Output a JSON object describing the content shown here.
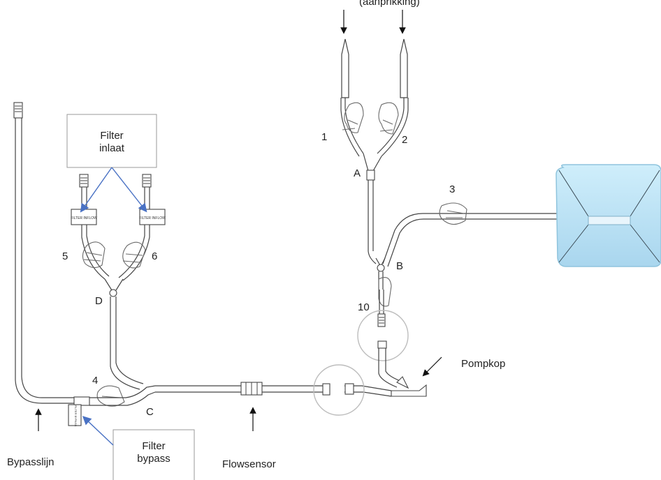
{
  "labels": {
    "top_cut": "(aanprikking)",
    "n1": "1",
    "n2": "2",
    "n3": "3",
    "n4": "4",
    "n5": "5",
    "n6": "6",
    "n10": "10",
    "A": "A",
    "B": "B",
    "C": "C",
    "D": "D",
    "pompkop": "Pompkop",
    "bypasslijn": "Bypasslijn",
    "flowsensor": "Flowsensor",
    "filter_inlaat_line1": "Filter",
    "filter_inlaat_line2": "inlaat",
    "filter_bypass_line1": "Filter",
    "filter_bypass_line2": "bypass",
    "filter_inflow_tag": "FILTER INFLOW",
    "filter_bypass_tag": "FILTER BYPASS"
  },
  "colors": {
    "line": "#444444",
    "blue_arrow": "#4a72c4",
    "bag_fill": "#bfe3f4",
    "bag_edge": "#8fc4dd",
    "circle": "#bdbdbd"
  }
}
